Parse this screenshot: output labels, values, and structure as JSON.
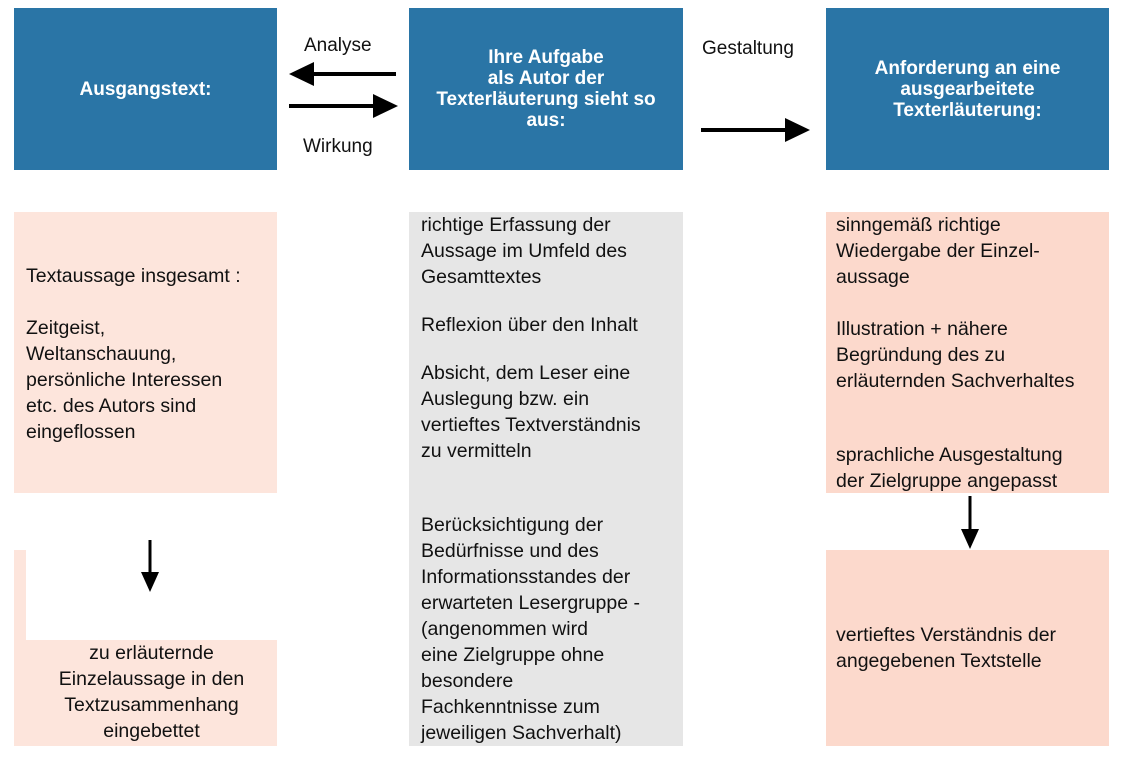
{
  "headers": {
    "left": "Ausgangstext:",
    "middle": "Ihre Aufgabe\nals Autor der\nTexterläuterung sieht so\naus:",
    "right": "Anforderung an eine\nausgearbeitete\nTexterläuterung:"
  },
  "arrow_labels": {
    "analyse": "Analyse",
    "wirkung": "Wirkung",
    "gestaltung": "Gestaltung"
  },
  "left_column": {
    "top_text": "Textaussage insgesamt :\n\nZeitgeist,\nWeltanschauung,\npersönliche Interessen\netc. des Autors sind\neingeflossen",
    "bottom_text": "zu erläuternde\nEinzelaussage in den\nTextzusammenhang\neingebettet"
  },
  "middle_column": {
    "p1": "richtige Erfassung der\nAussage im Umfeld des\nGesamttextes",
    "p2": "Reflexion über den Inhalt",
    "p3": "Absicht, dem Leser eine\nAuslegung bzw. ein\nvertieftes Textverständnis\nzu vermitteln",
    "p4": "Berücksichtigung der\nBedürfnisse und des\nInformationsstandes der\nerwarteten Lesergruppe -\n(angenommen wird\neine Zielgruppe ohne\nbesondere\nFachkenntnisse zum\njeweiligen Sachverhalt)"
  },
  "right_column": {
    "p1": "sinngemäß richtige\nWiedergabe der Einzel-\naussage",
    "p2": "Illustration + nähere\nBegründung des zu\nerläuternden Sachverhaltes",
    "p3": "sprachliche Ausgestaltung\nder Zielgruppe angepasst",
    "bottom_text": "vertieftes Verständnis der\nangegebenen Textstelle"
  },
  "colors": {
    "header_blue": "#2a75a6",
    "light_pink": "#fde5dc",
    "salmon": "#fcd9cc",
    "grey": "#e6e6e6"
  }
}
